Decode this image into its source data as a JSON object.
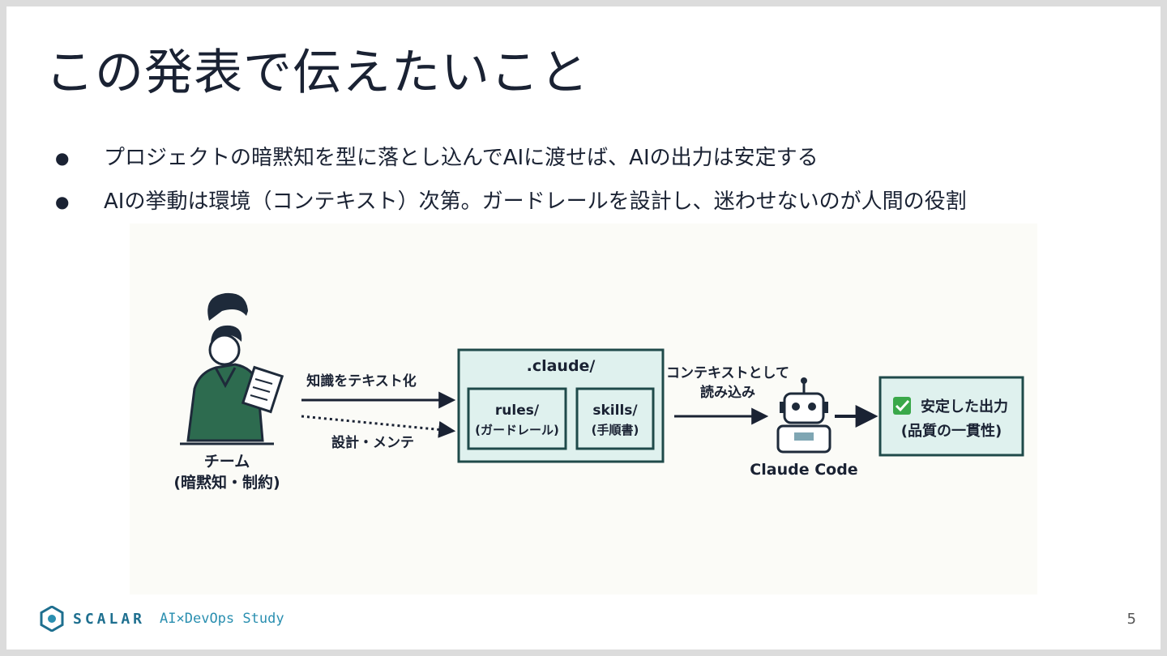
{
  "slide": {
    "title": "この発表で伝えたいこと",
    "bullets": [
      "プロジェクトの暗黙知を型に落とし込んでAIに渡せば、AIの出力は安定する",
      "AIの挙動は環境（コンテキスト）次第。ガードレールを設計し、迷わせないのが人間の役割"
    ],
    "page_number": "5"
  },
  "diagram": {
    "team_label": "チーム",
    "team_sublabel": "(暗黙知・制約)",
    "arrow_top_label": "知識をテキスト化",
    "arrow_bottom_label": "設計・メンテ",
    "folder_title": ".claude/",
    "rules_label": "rules/",
    "rules_sublabel": "(ガードレール)",
    "skills_label": "skills/",
    "skills_sublabel": "(手順書)",
    "context_label_1": "コンテキストとして",
    "context_label_2": "読み込み",
    "agent_label": "Claude Code",
    "output_label": "安定した出力",
    "output_sublabel": "(品質の一貫性)"
  },
  "footer": {
    "brand": "SCALAR",
    "study": "AI×DevOps Study"
  },
  "colors": {
    "title_text": "#1a2233",
    "box_border": "#1f4a4a",
    "box_fill": "#dff1ee",
    "arrow": "#1a2233",
    "check": "#3aa84a",
    "brand": "#1e6f8f"
  }
}
